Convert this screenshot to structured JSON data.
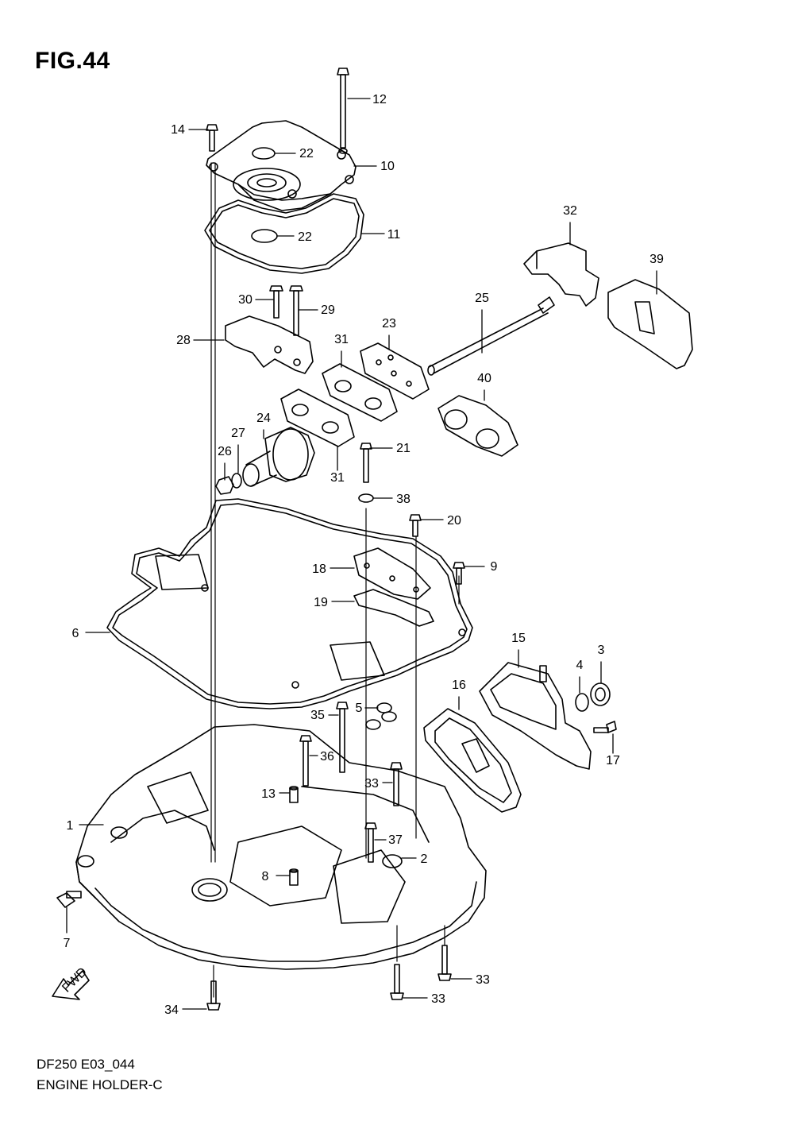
{
  "figure": {
    "title": "FIG.44"
  },
  "footer": {
    "code": "DF250 E03_044",
    "name": "ENGINE HOLDER-C"
  },
  "fwd_arrow": {
    "label": "FWD"
  },
  "parts": [
    {
      "id": "p12",
      "num": "12"
    },
    {
      "id": "p14",
      "num": "14"
    },
    {
      "id": "p22a",
      "num": "22"
    },
    {
      "id": "p10",
      "num": "10"
    },
    {
      "id": "p22b",
      "num": "22"
    },
    {
      "id": "p11",
      "num": "11"
    },
    {
      "id": "p32",
      "num": "32"
    },
    {
      "id": "p39",
      "num": "39"
    },
    {
      "id": "p25",
      "num": "25"
    },
    {
      "id": "p30",
      "num": "30"
    },
    {
      "id": "p29",
      "num": "29"
    },
    {
      "id": "p28",
      "num": "28"
    },
    {
      "id": "p23",
      "num": "23"
    },
    {
      "id": "p31a",
      "num": "31"
    },
    {
      "id": "p40",
      "num": "40"
    },
    {
      "id": "p24",
      "num": "24"
    },
    {
      "id": "p27",
      "num": "27"
    },
    {
      "id": "p26",
      "num": "26"
    },
    {
      "id": "p31b",
      "num": "31"
    },
    {
      "id": "p21",
      "num": "21"
    },
    {
      "id": "p38",
      "num": "38"
    },
    {
      "id": "p20",
      "num": "20"
    },
    {
      "id": "p18",
      "num": "18"
    },
    {
      "id": "p9",
      "num": "9"
    },
    {
      "id": "p19",
      "num": "19"
    },
    {
      "id": "p6",
      "num": "6"
    },
    {
      "id": "p15",
      "num": "15"
    },
    {
      "id": "p4",
      "num": "4"
    },
    {
      "id": "p3",
      "num": "3"
    },
    {
      "id": "p16",
      "num": "16"
    },
    {
      "id": "p5",
      "num": "5"
    },
    {
      "id": "p35",
      "num": "35"
    },
    {
      "id": "p17",
      "num": "17"
    },
    {
      "id": "p36",
      "num": "36"
    },
    {
      "id": "p33a",
      "num": "33"
    },
    {
      "id": "p13",
      "num": "13"
    },
    {
      "id": "p1",
      "num": "1"
    },
    {
      "id": "p37",
      "num": "37"
    },
    {
      "id": "p2",
      "num": "2"
    },
    {
      "id": "p8",
      "num": "8"
    },
    {
      "id": "p7",
      "num": "7"
    },
    {
      "id": "p33b",
      "num": "33"
    },
    {
      "id": "p33c",
      "num": "33"
    },
    {
      "id": "p34",
      "num": "34"
    }
  ]
}
